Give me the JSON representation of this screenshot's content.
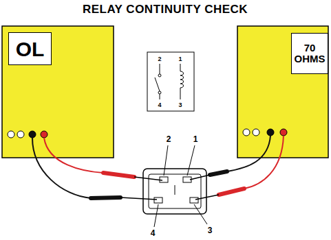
{
  "diagram": {
    "title": "RELAY CONTINUITY CHECK",
    "nodes": [
      {
        "text": [
          "OL"
        ]
      },
      {
        "text": [
          "70 OHMS"
        ]
      }
    ],
    "labels": [
      "2",
      "1",
      "4",
      "3",
      "2",
      "1",
      "4",
      "3"
    ]
  }
}
